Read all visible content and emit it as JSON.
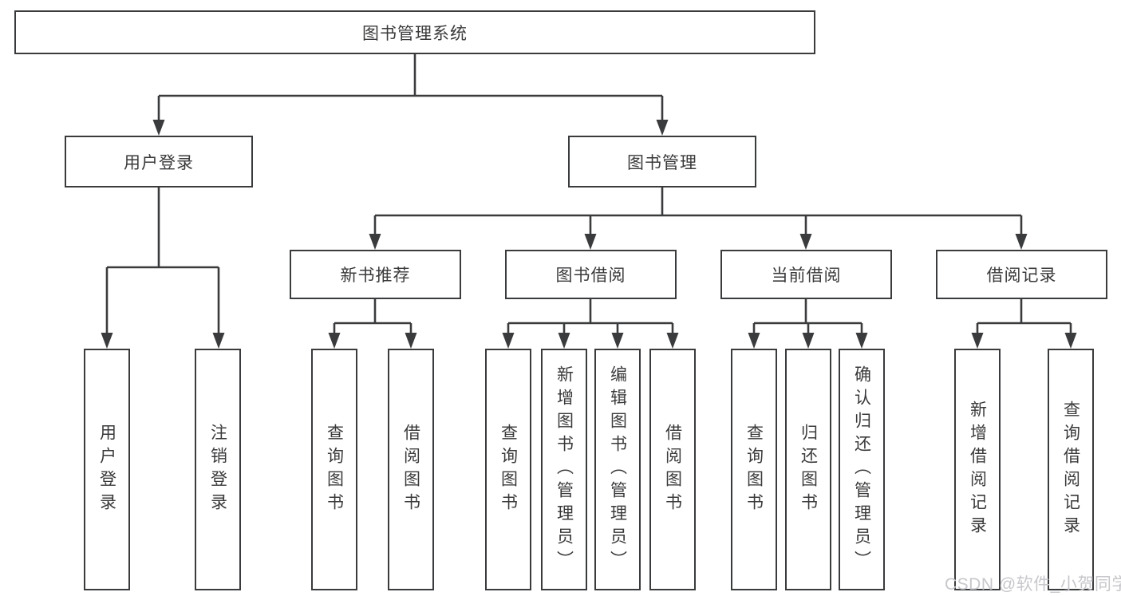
{
  "tree": {
    "root": {
      "label": "图书管理系统",
      "children": [
        {
          "label": "用户登录",
          "children": [
            {
              "label": "用户登录"
            },
            {
              "label": "注销登录"
            }
          ]
        },
        {
          "label": "图书管理",
          "children": [
            {
              "label": "新书推荐",
              "children": [
                {
                  "label": "查询图书"
                },
                {
                  "label": "借阅图书"
                }
              ]
            },
            {
              "label": "图书借阅",
              "children": [
                {
                  "label": "查询图书"
                },
                {
                  "label": "新增图书（管理员）"
                },
                {
                  "label": "编辑图书（管理员）"
                },
                {
                  "label": "借阅图书"
                }
              ]
            },
            {
              "label": "当前借阅",
              "children": [
                {
                  "label": "查询图书"
                },
                {
                  "label": "归还图书"
                },
                {
                  "label": "确认归还（管理员）"
                }
              ]
            },
            {
              "label": "借阅记录",
              "children": [
                {
                  "label": "新增借阅记录"
                },
                {
                  "label": "查询借阅记录"
                }
              ]
            }
          ]
        }
      ]
    }
  },
  "watermark": {
    "text": "CSDN @软件_小贺同学"
  },
  "colors": {
    "background": "#ffffff",
    "border": "#3a3b3d",
    "text": "#3a3a3c",
    "line": "#3a3b3d",
    "watermark_color": "#c7c7cc"
  }
}
